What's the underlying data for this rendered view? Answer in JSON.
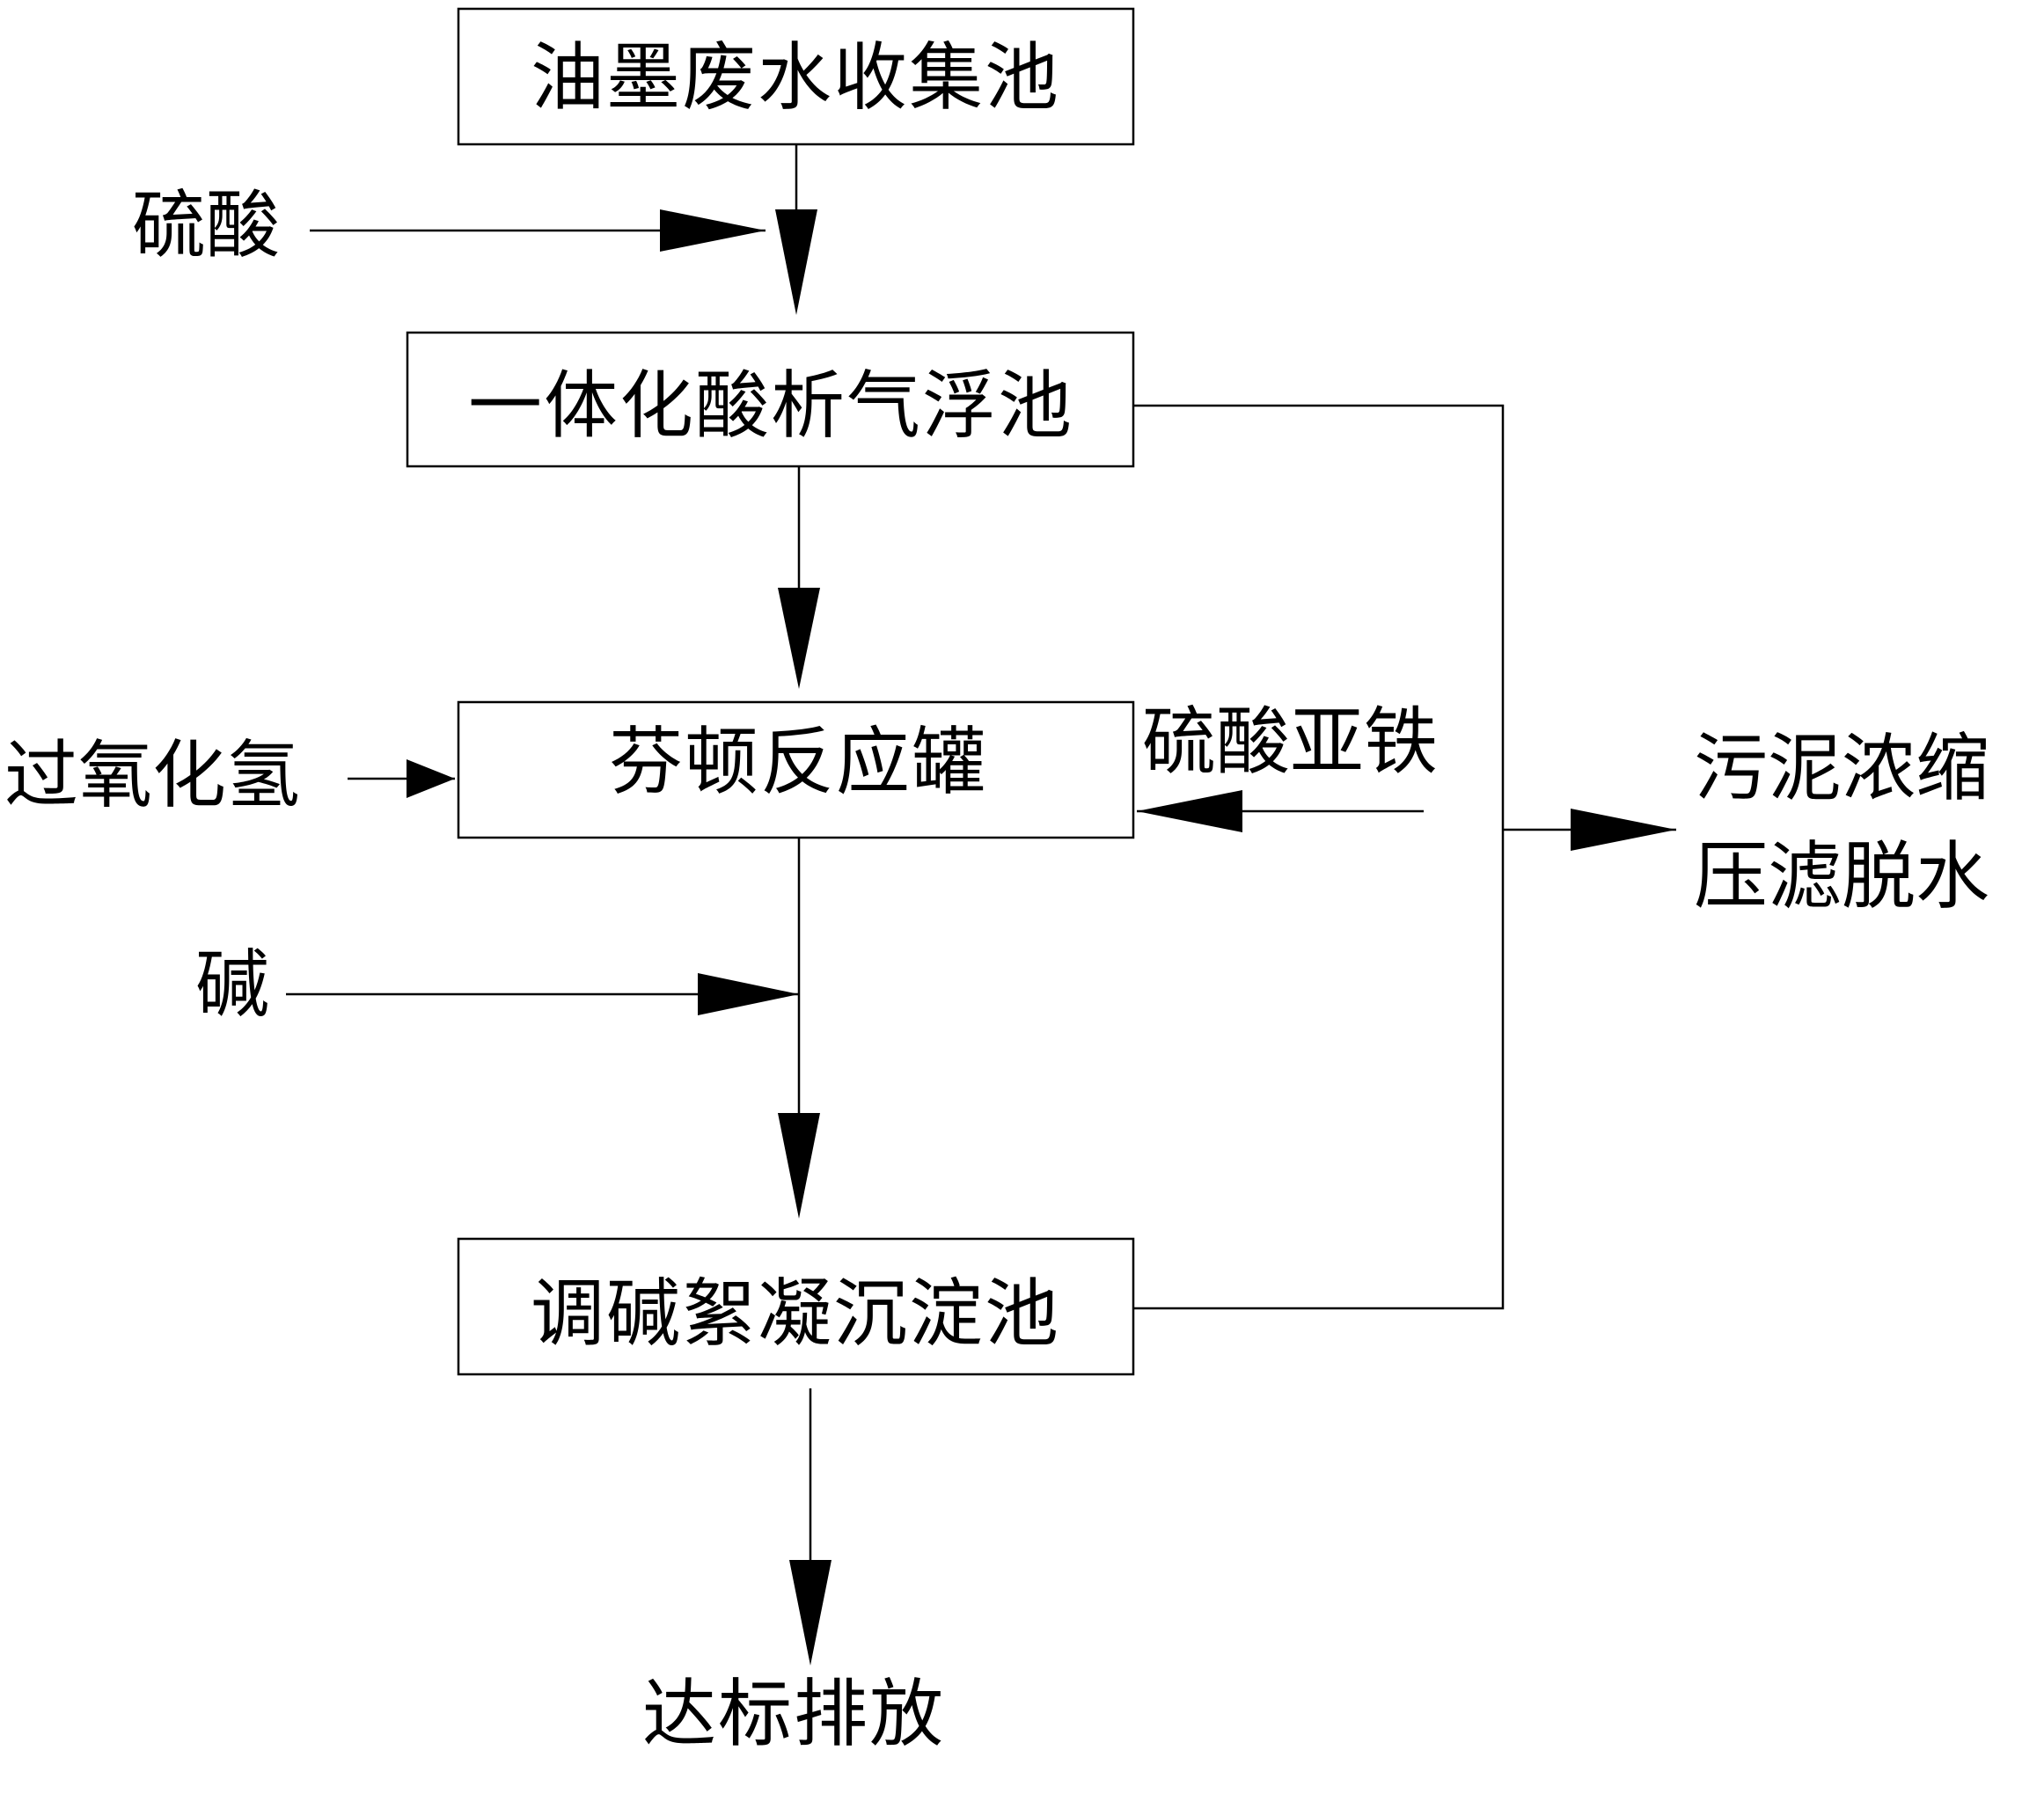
{
  "diagram": {
    "nodes": {
      "collection_tank": "油墨废水收集池",
      "flotation_tank": "一体化酸析气浮池",
      "fenton_reactor": "芬顿反应罐",
      "settling_tank": "调碱絮凝沉淀池",
      "discharge": "达标排放"
    },
    "inputs": {
      "sulfuric_acid": "硫酸",
      "hydrogen_peroxide": "过氧化氢",
      "ferrous_sulfate": "硫酸亚铁",
      "alkali": "碱"
    },
    "sludge": {
      "line1": "污泥浓缩",
      "line2": "压滤脱水"
    }
  }
}
